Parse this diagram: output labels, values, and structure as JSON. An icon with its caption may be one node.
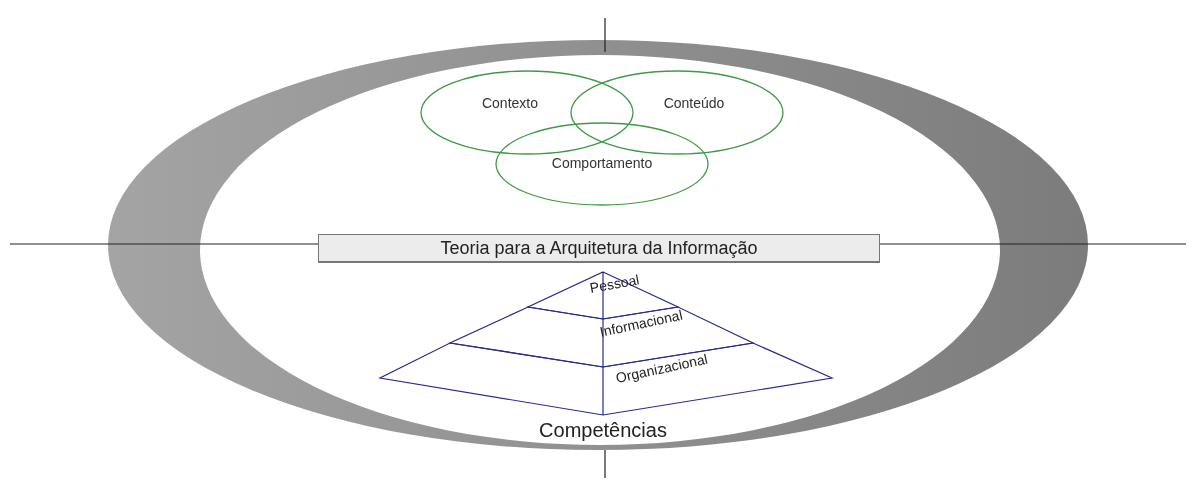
{
  "diagram": {
    "nodes": [
      {
        "text": [
          "Contexto"
        ]
      },
      {
        "text": [
          "Conteúdo"
        ]
      },
      {
        "text": [
          "Comportamento"
        ]
      },
      {
        "text": [
          "Teoria para a Arquitetura da Informação"
        ]
      },
      {
        "text": [
          "Pessoal"
        ]
      },
      {
        "text": [
          "Informacional"
        ]
      },
      {
        "text": [
          "Organizacional"
        ]
      }
    ],
    "labels": [
      "Competências"
    ]
  }
}
